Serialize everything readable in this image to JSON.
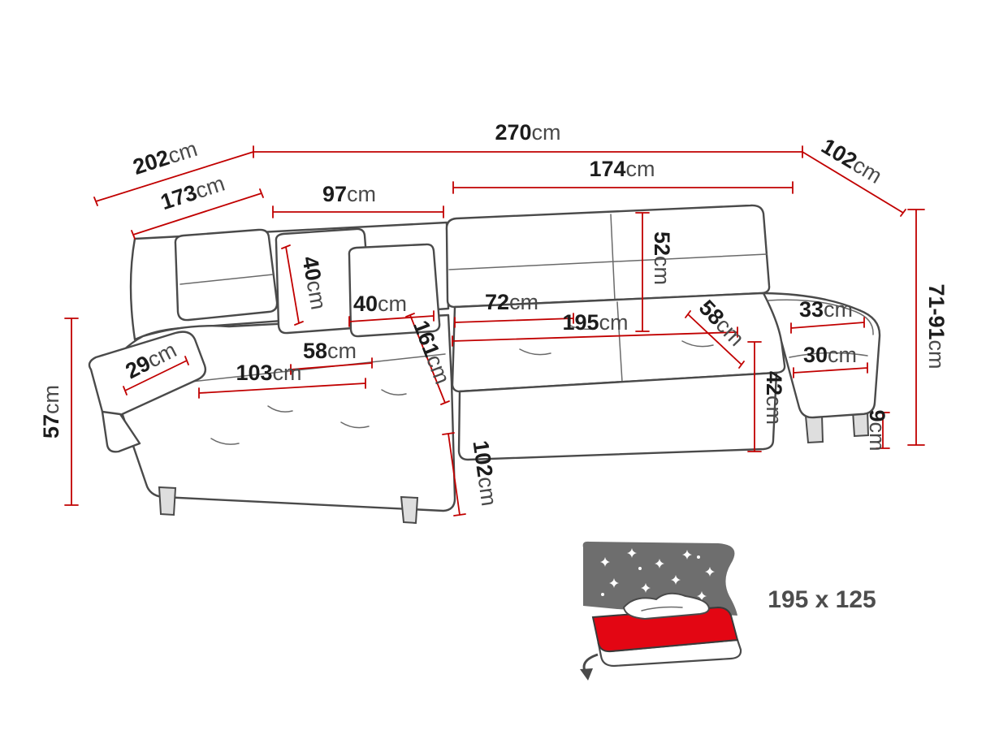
{
  "diagram_title": "corner-sofa-dimensions",
  "colors": {
    "dimension_line": "#c10000",
    "sofa_outline": "#4a4a4a",
    "mattress_red": "#e30613",
    "headboard_gray": "#6e6e6e",
    "label_text": "#1c1c1c"
  },
  "dims": {
    "overall_width": {
      "value": "270",
      "unit": "cm"
    },
    "right_side_depth": {
      "value": "102",
      "unit": "cm"
    },
    "left_total_depth": {
      "value": "202",
      "unit": "cm"
    },
    "left_inner_depth": {
      "value": "173",
      "unit": "cm"
    },
    "chaise_back_width": {
      "value": "97",
      "unit": "cm"
    },
    "seat_width": {
      "value": "174",
      "unit": "cm"
    },
    "backrest_height": {
      "value": "52",
      "unit": "cm"
    },
    "pillow_left": {
      "value": "40",
      "unit": "cm"
    },
    "pillow_right": {
      "value": "40",
      "unit": "cm"
    },
    "seat_depth": {
      "value": "72",
      "unit": "cm"
    },
    "sleeping_length": {
      "value": "195",
      "unit": "cm"
    },
    "seat_depth_right": {
      "value": "58",
      "unit": "cm"
    },
    "armrest_width": {
      "value": "33",
      "unit": "cm"
    },
    "overall_height": {
      "value": "71-91",
      "unit": "cm"
    },
    "armrest_inner": {
      "value": "30",
      "unit": "cm"
    },
    "seat_height": {
      "value": "42",
      "unit": "cm"
    },
    "chaise_seat_width": {
      "value": "58",
      "unit": "cm"
    },
    "chaise_length": {
      "value": "103",
      "unit": "cm"
    },
    "chaise_total_length": {
      "value": "161",
      "unit": "cm"
    },
    "left_armrest_width": {
      "value": "29",
      "unit": "cm"
    },
    "left_height": {
      "value": "57",
      "unit": "cm"
    },
    "chaise_depth": {
      "value": "102",
      "unit": "cm"
    },
    "leg_height": {
      "value": "9",
      "unit": "cm"
    }
  },
  "sleeping_area": {
    "label": "195 x 125"
  }
}
